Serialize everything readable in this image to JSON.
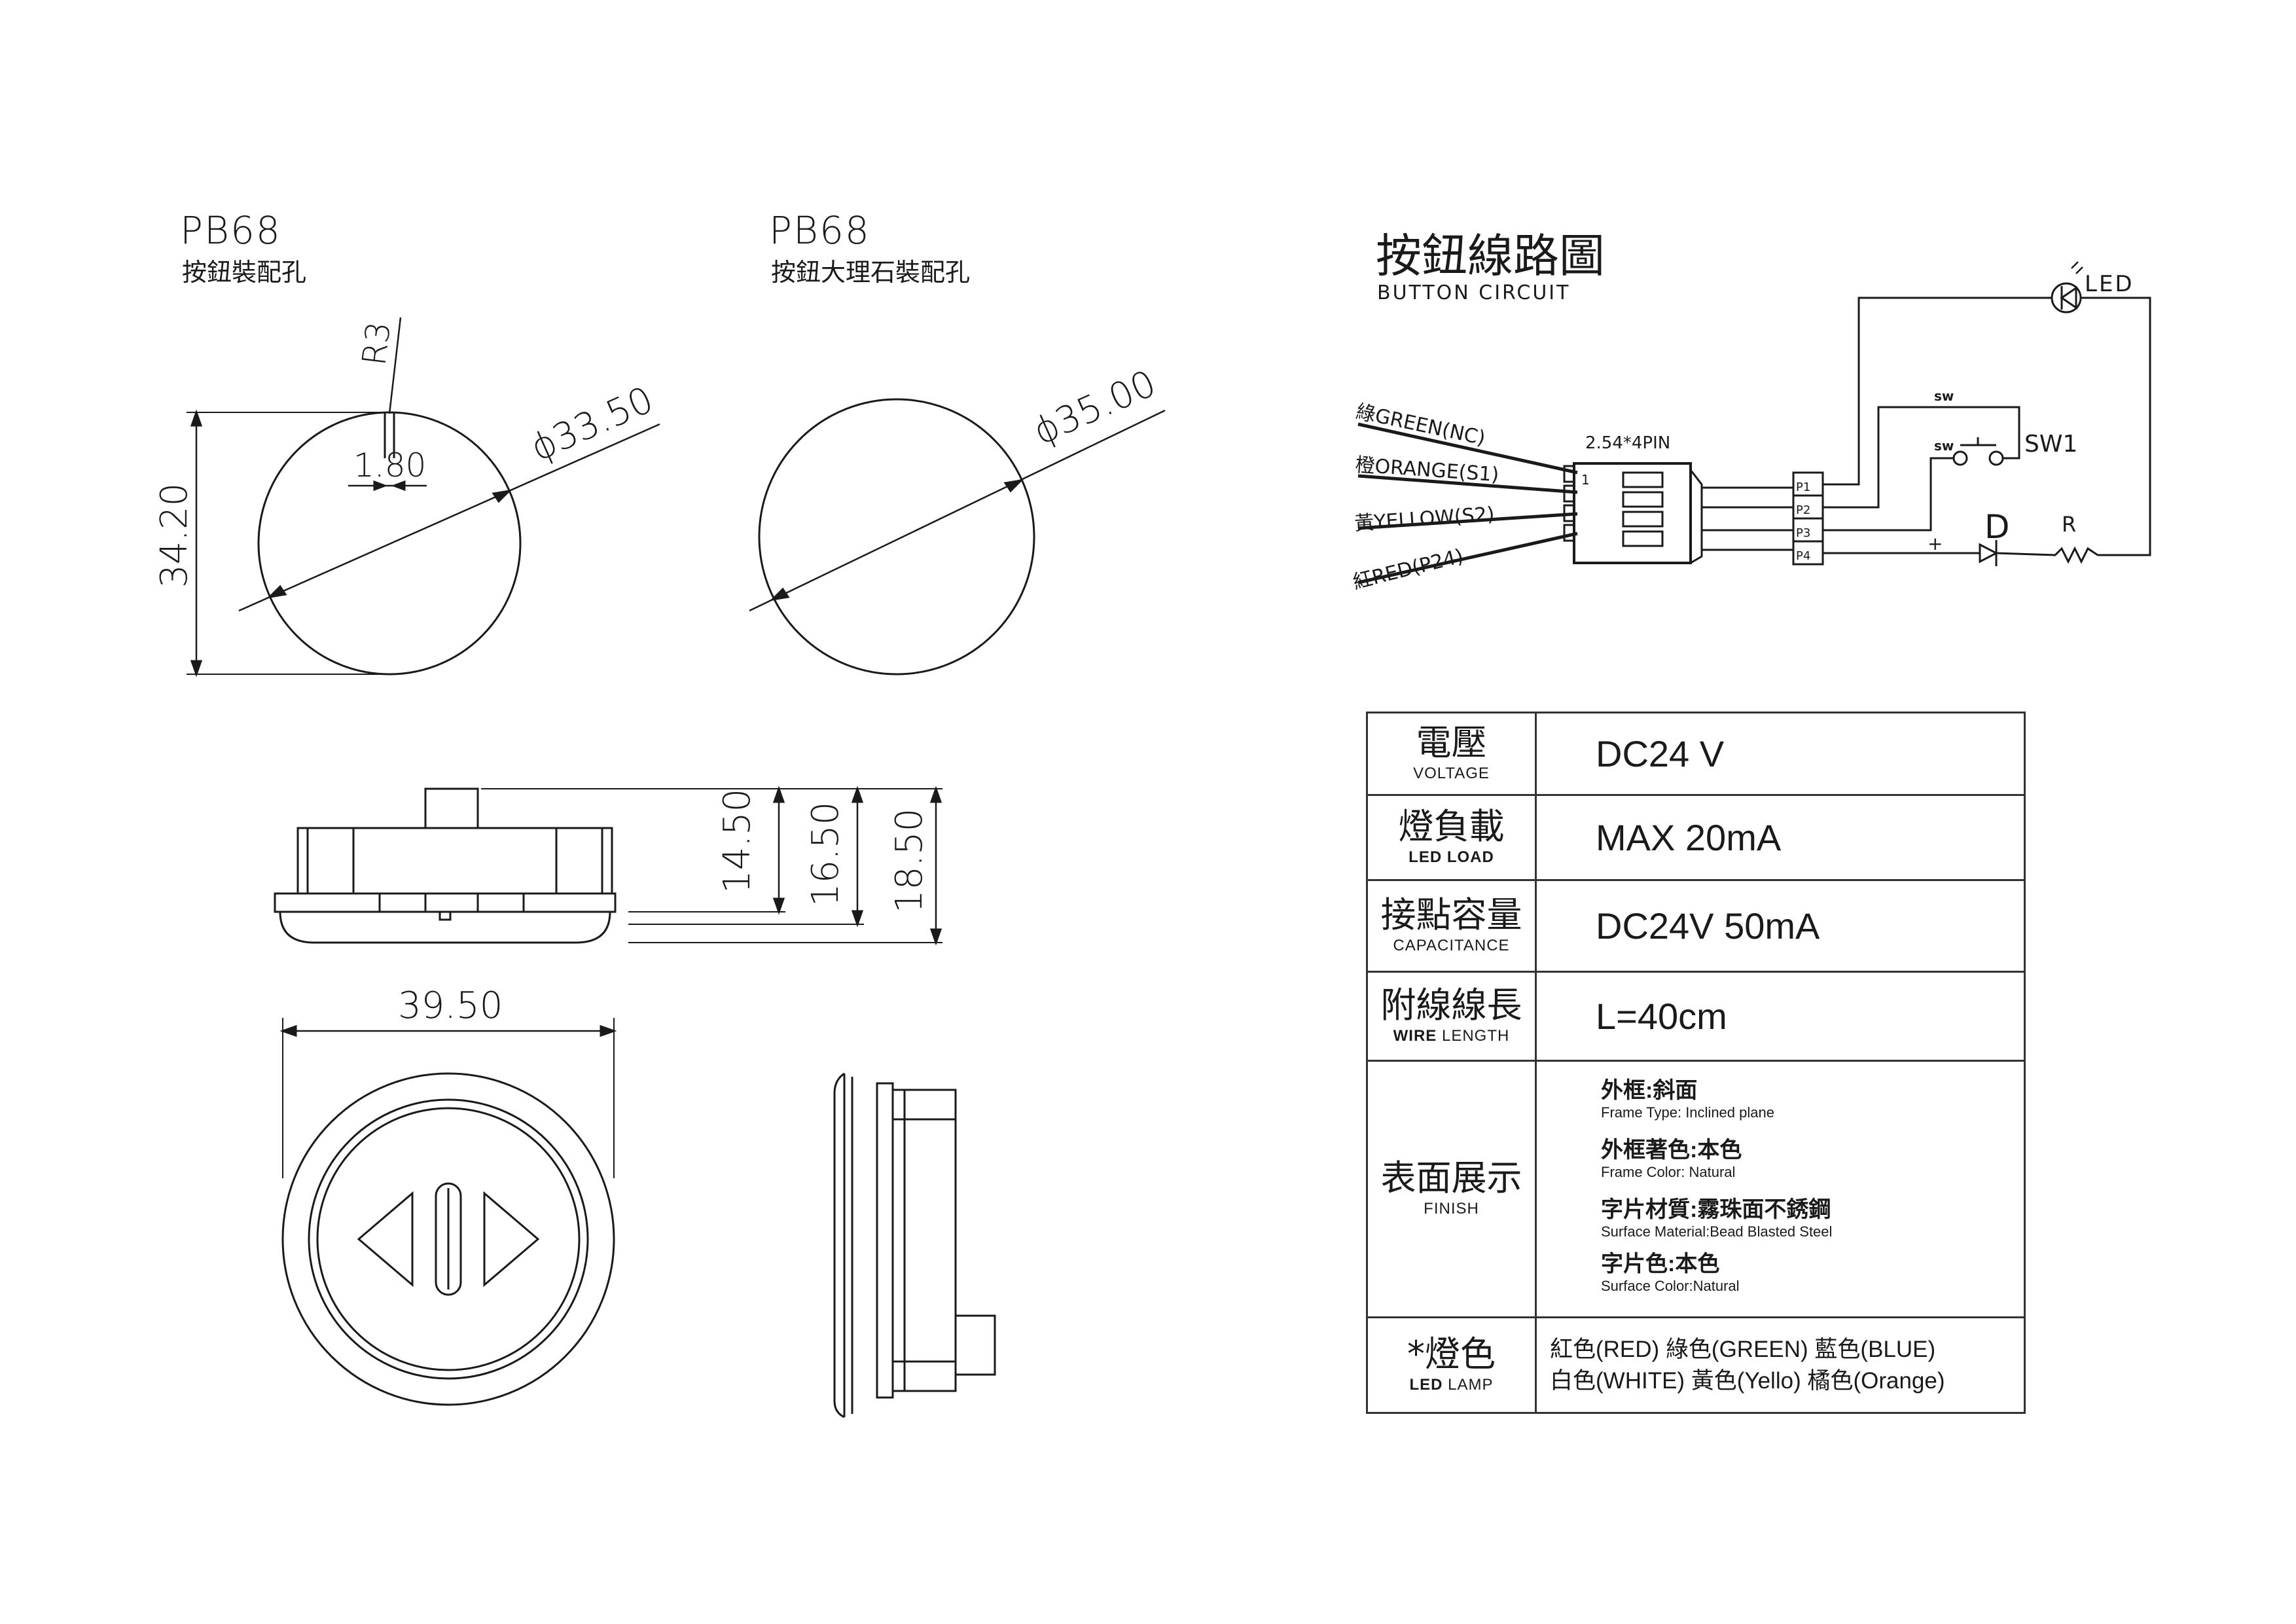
{
  "left": {
    "hole1": {
      "model": "PB68",
      "label": "按鈕裝配孔",
      "r_label": "R3",
      "notch": "1.80",
      "diameter": "ϕ33.50",
      "height": "34.20"
    },
    "hole2": {
      "model": "PB68",
      "label": "按鈕大理石裝配孔",
      "diameter": "ϕ35.00"
    },
    "side": {
      "d1": "14.50",
      "d2": "16.50",
      "d3": "18.50"
    },
    "front": {
      "width": "39.50"
    }
  },
  "circuit": {
    "title": "按鈕線路圖",
    "subtitle": "BUTTON  CIRCUIT",
    "connector": "2.54*4PIN",
    "pin1": "1",
    "wires": [
      "綠GREEN(NC)",
      "橙ORANGE(S1)",
      "黃YELLOW(S2)",
      "紅RED(P24)"
    ],
    "pins": [
      "P1",
      "P2",
      "P3",
      "P4"
    ],
    "led": "LED",
    "sw_top": "sw",
    "sw_mid": "sw",
    "sw1": "SW1",
    "diode": "D",
    "plus": "+",
    "resistor": "R"
  },
  "spec": {
    "voltage": {
      "zh": "電壓",
      "en": "VOLTAGE",
      "value": "DC24 V"
    },
    "led_load": {
      "zh": "燈負載",
      "en": "LED LOAD",
      "value": "MAX  20mA"
    },
    "capacitance": {
      "zh": "接點容量",
      "en": "CAPACITANCE",
      "value": "DC24V  50mA"
    },
    "wire_length": {
      "zh": "附線線長",
      "en_bold": "WIRE",
      "en": "LENGTH",
      "value": "L=40cm"
    },
    "finish": {
      "zh": "表面展示",
      "en": "FINISH",
      "items": [
        {
          "zh": "外框:斜面",
          "en": "Frame Type: Inclined plane"
        },
        {
          "zh": "外框著色:本色",
          "en": "Frame Color: Natural"
        },
        {
          "zh": "字片材質:霧珠面不銹鋼",
          "en": "Surface Material:Bead Blasted Steel"
        },
        {
          "zh": "字片色:本色",
          "en": "Surface Color:Natural"
        }
      ]
    },
    "lamp": {
      "zh": "*燈色",
      "en_bold": "LED",
      "en": "LAMP",
      "line1": "紅色(RED) 綠色(GREEN) 藍色(BLUE)",
      "line2": "白色(WHITE) 黃色(Yello) 橘色(Orange)"
    }
  }
}
